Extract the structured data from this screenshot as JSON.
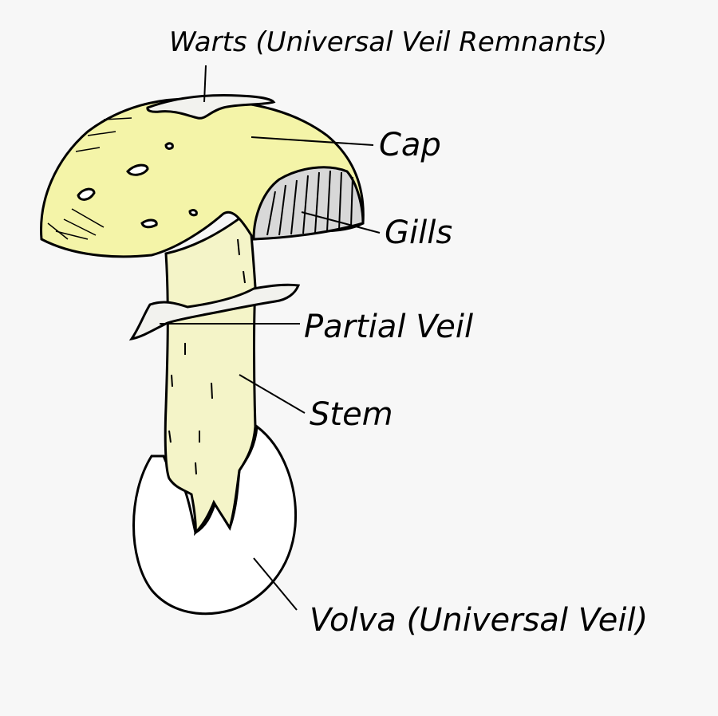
{
  "labels": {
    "warts": "Warts (Universal Veil Remnants)",
    "cap": "Cap",
    "gills": "Gills",
    "partial_veil": "Partial Veil",
    "stem": "Stem",
    "volva": "Volva (Universal Veil)"
  },
  "colors": {
    "background": "#f7f7f7",
    "cap": "#f4f4a8",
    "stem": "#f4f4c8",
    "volva": "#ffffff",
    "outline": "#000000",
    "veil": "#f2f2ee",
    "gills": "#d8d8d8"
  }
}
